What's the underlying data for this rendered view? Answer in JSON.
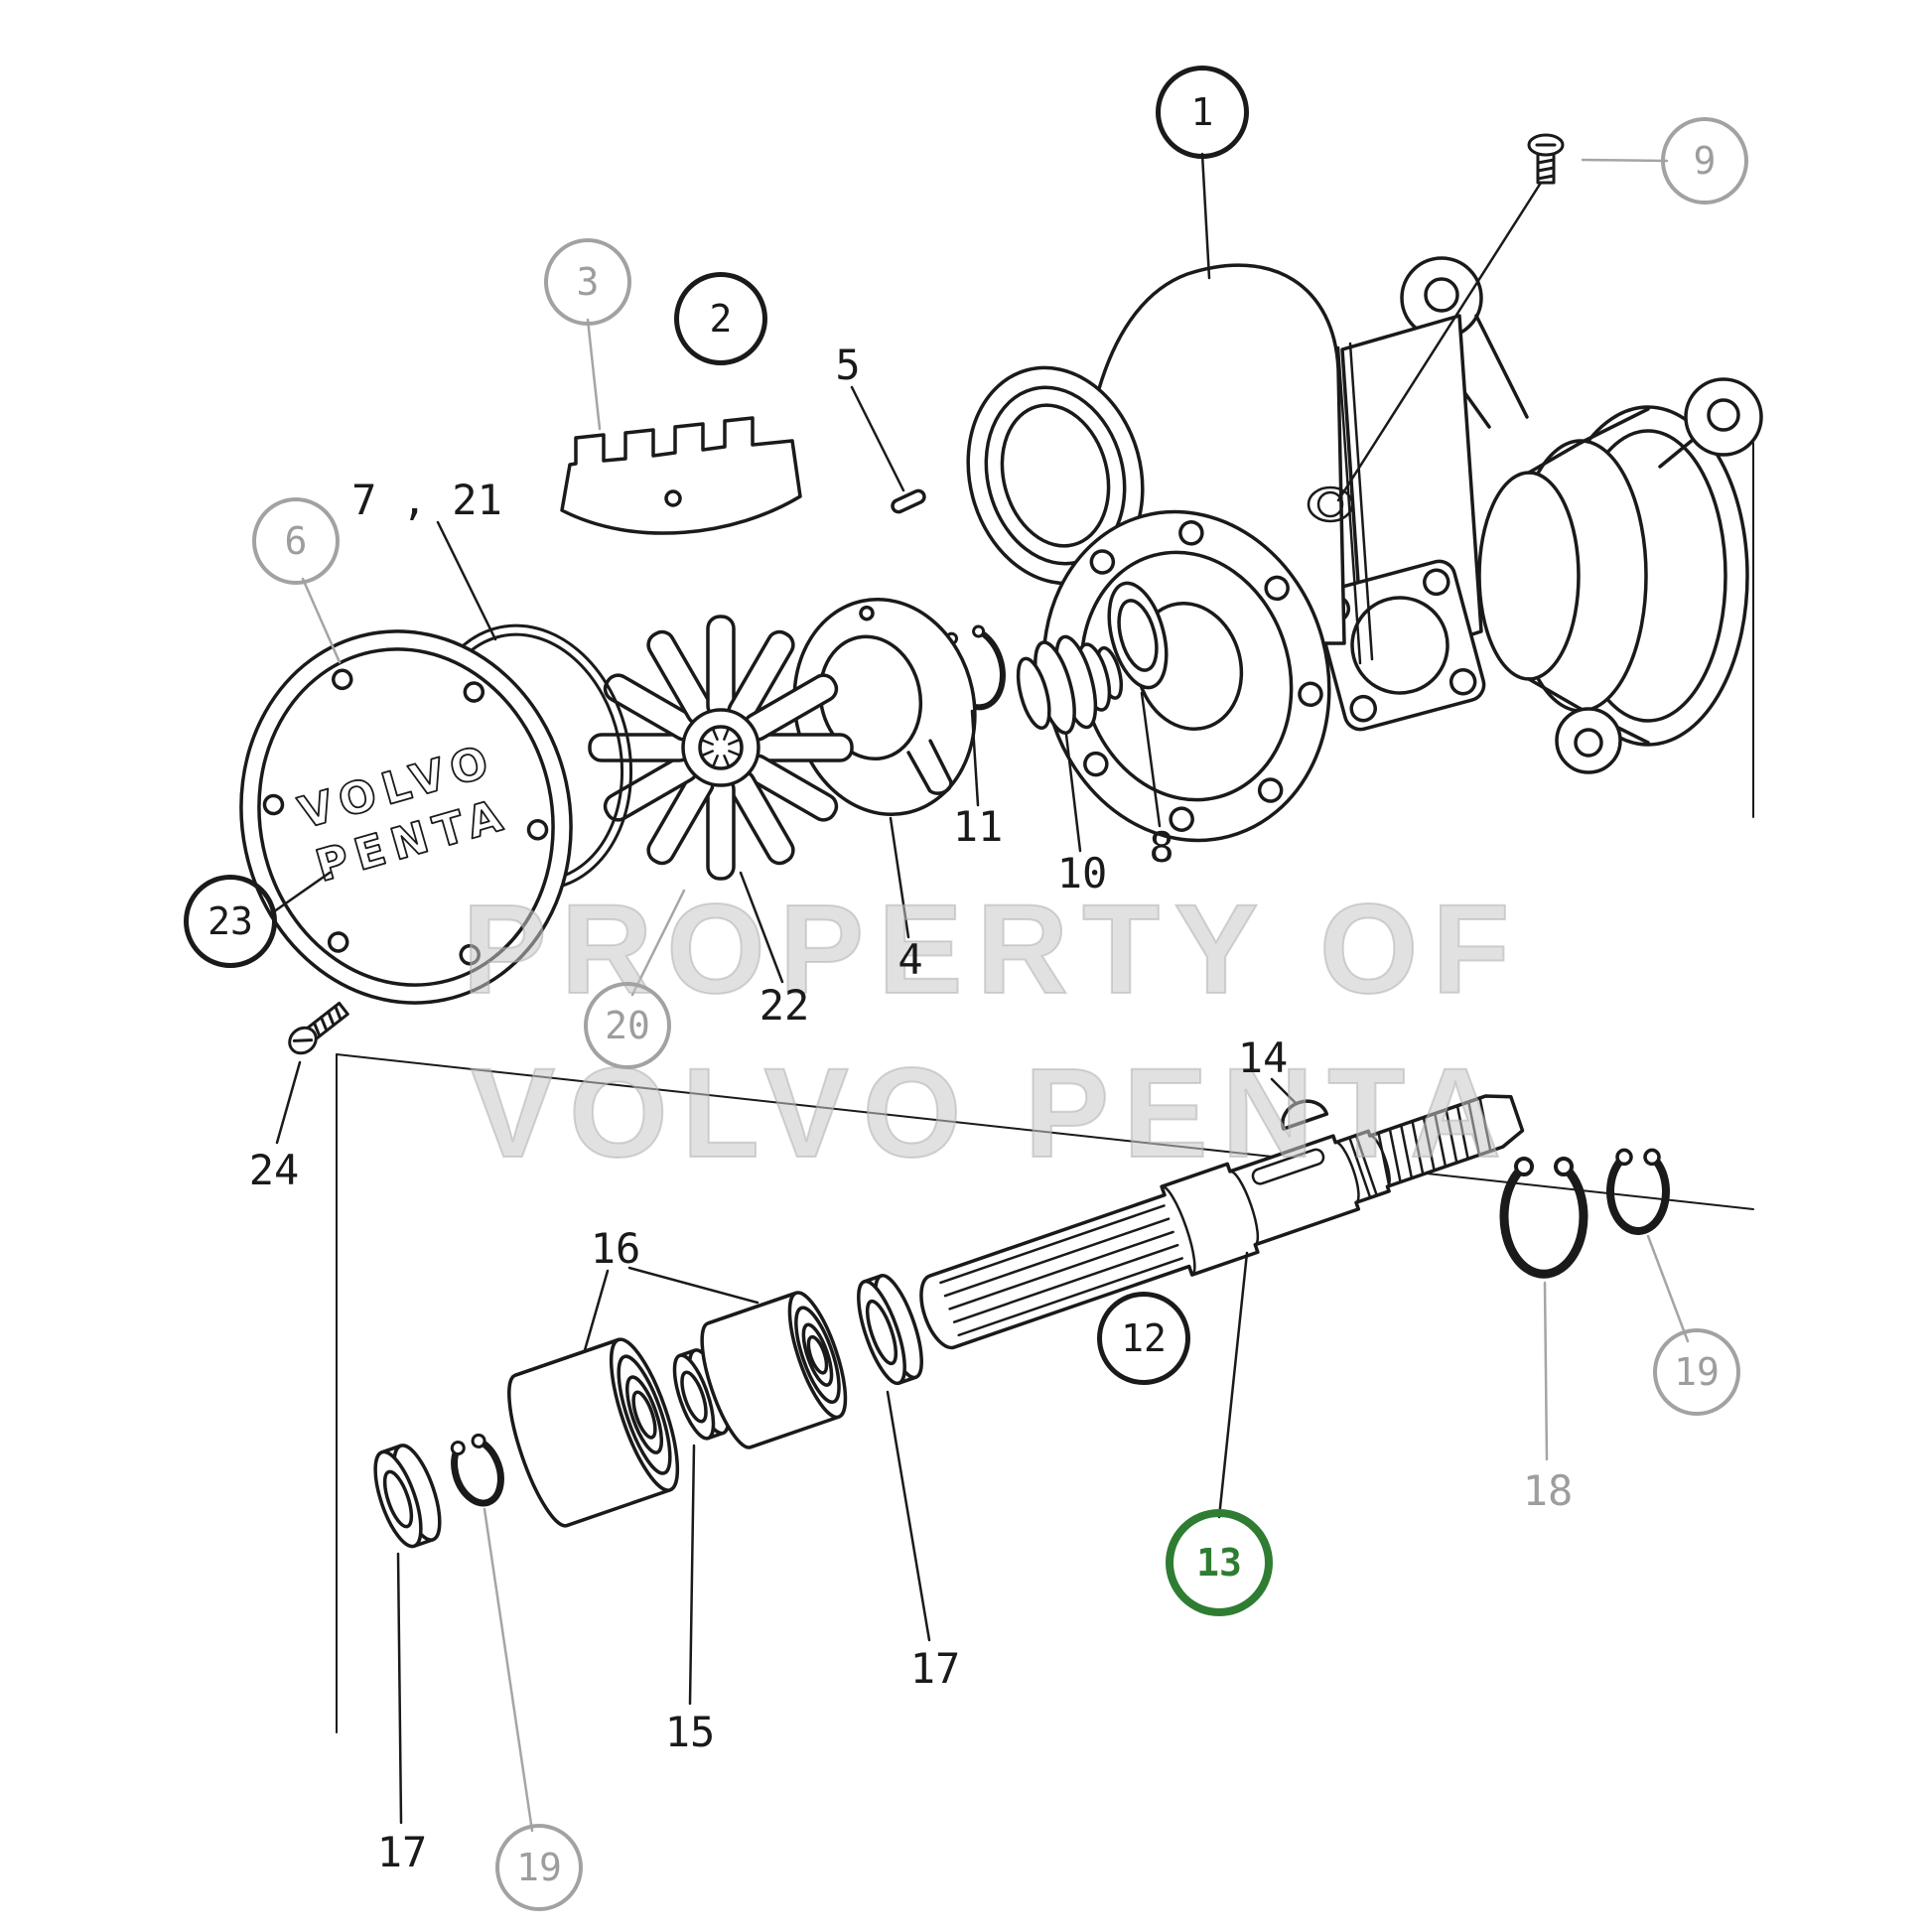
{
  "diagram": {
    "watermark": {
      "line1": "PROPERTY OF",
      "line2": "VOLVO PENTA"
    },
    "cover_brand": {
      "line1": "VOLVO",
      "line2": "PENTA"
    },
    "colors": {
      "line": "#1a1a1a",
      "muted": "#9d9d9d",
      "highlight": "#2e7d32",
      "watermark": "#c9c9c9"
    },
    "callouts": [
      {
        "label": "1",
        "style": "circled-dark",
        "highlighted": false
      },
      {
        "label": "2",
        "style": "circled-dark",
        "highlighted": false
      },
      {
        "label": "3",
        "style": "circled-gray",
        "highlighted": false
      },
      {
        "label": "4",
        "style": "plain",
        "highlighted": false
      },
      {
        "label": "5",
        "style": "plain",
        "highlighted": false
      },
      {
        "label": "6",
        "style": "circled-gray",
        "highlighted": false
      },
      {
        "label": "7 , 21",
        "style": "plain",
        "highlighted": false
      },
      {
        "label": "8",
        "style": "plain",
        "highlighted": false
      },
      {
        "label": "9",
        "style": "circled-gray",
        "highlighted": false
      },
      {
        "label": "10",
        "style": "plain",
        "highlighted": false
      },
      {
        "label": "11",
        "style": "plain",
        "highlighted": false
      },
      {
        "label": "12",
        "style": "circled-dark",
        "highlighted": false
      },
      {
        "label": "13",
        "style": "circled-green",
        "highlighted": true
      },
      {
        "label": "14",
        "style": "plain",
        "highlighted": false
      },
      {
        "label": "15",
        "style": "plain",
        "highlighted": false
      },
      {
        "label": "16",
        "style": "plain",
        "highlighted": false
      },
      {
        "label": "17",
        "style": "plain",
        "highlighted": false
      },
      {
        "label": "17",
        "style": "plain",
        "highlighted": false
      },
      {
        "label": "18",
        "style": "plain-gray",
        "highlighted": false
      },
      {
        "label": "19",
        "style": "circled-gray",
        "highlighted": false
      },
      {
        "label": "19",
        "style": "circled-gray",
        "highlighted": false
      },
      {
        "label": "20",
        "style": "circled-gray",
        "highlighted": false
      },
      {
        "label": "22",
        "style": "plain",
        "highlighted": false
      },
      {
        "label": "23",
        "style": "circled-dark",
        "highlighted": false
      },
      {
        "label": "24",
        "style": "plain",
        "highlighted": false
      }
    ]
  }
}
